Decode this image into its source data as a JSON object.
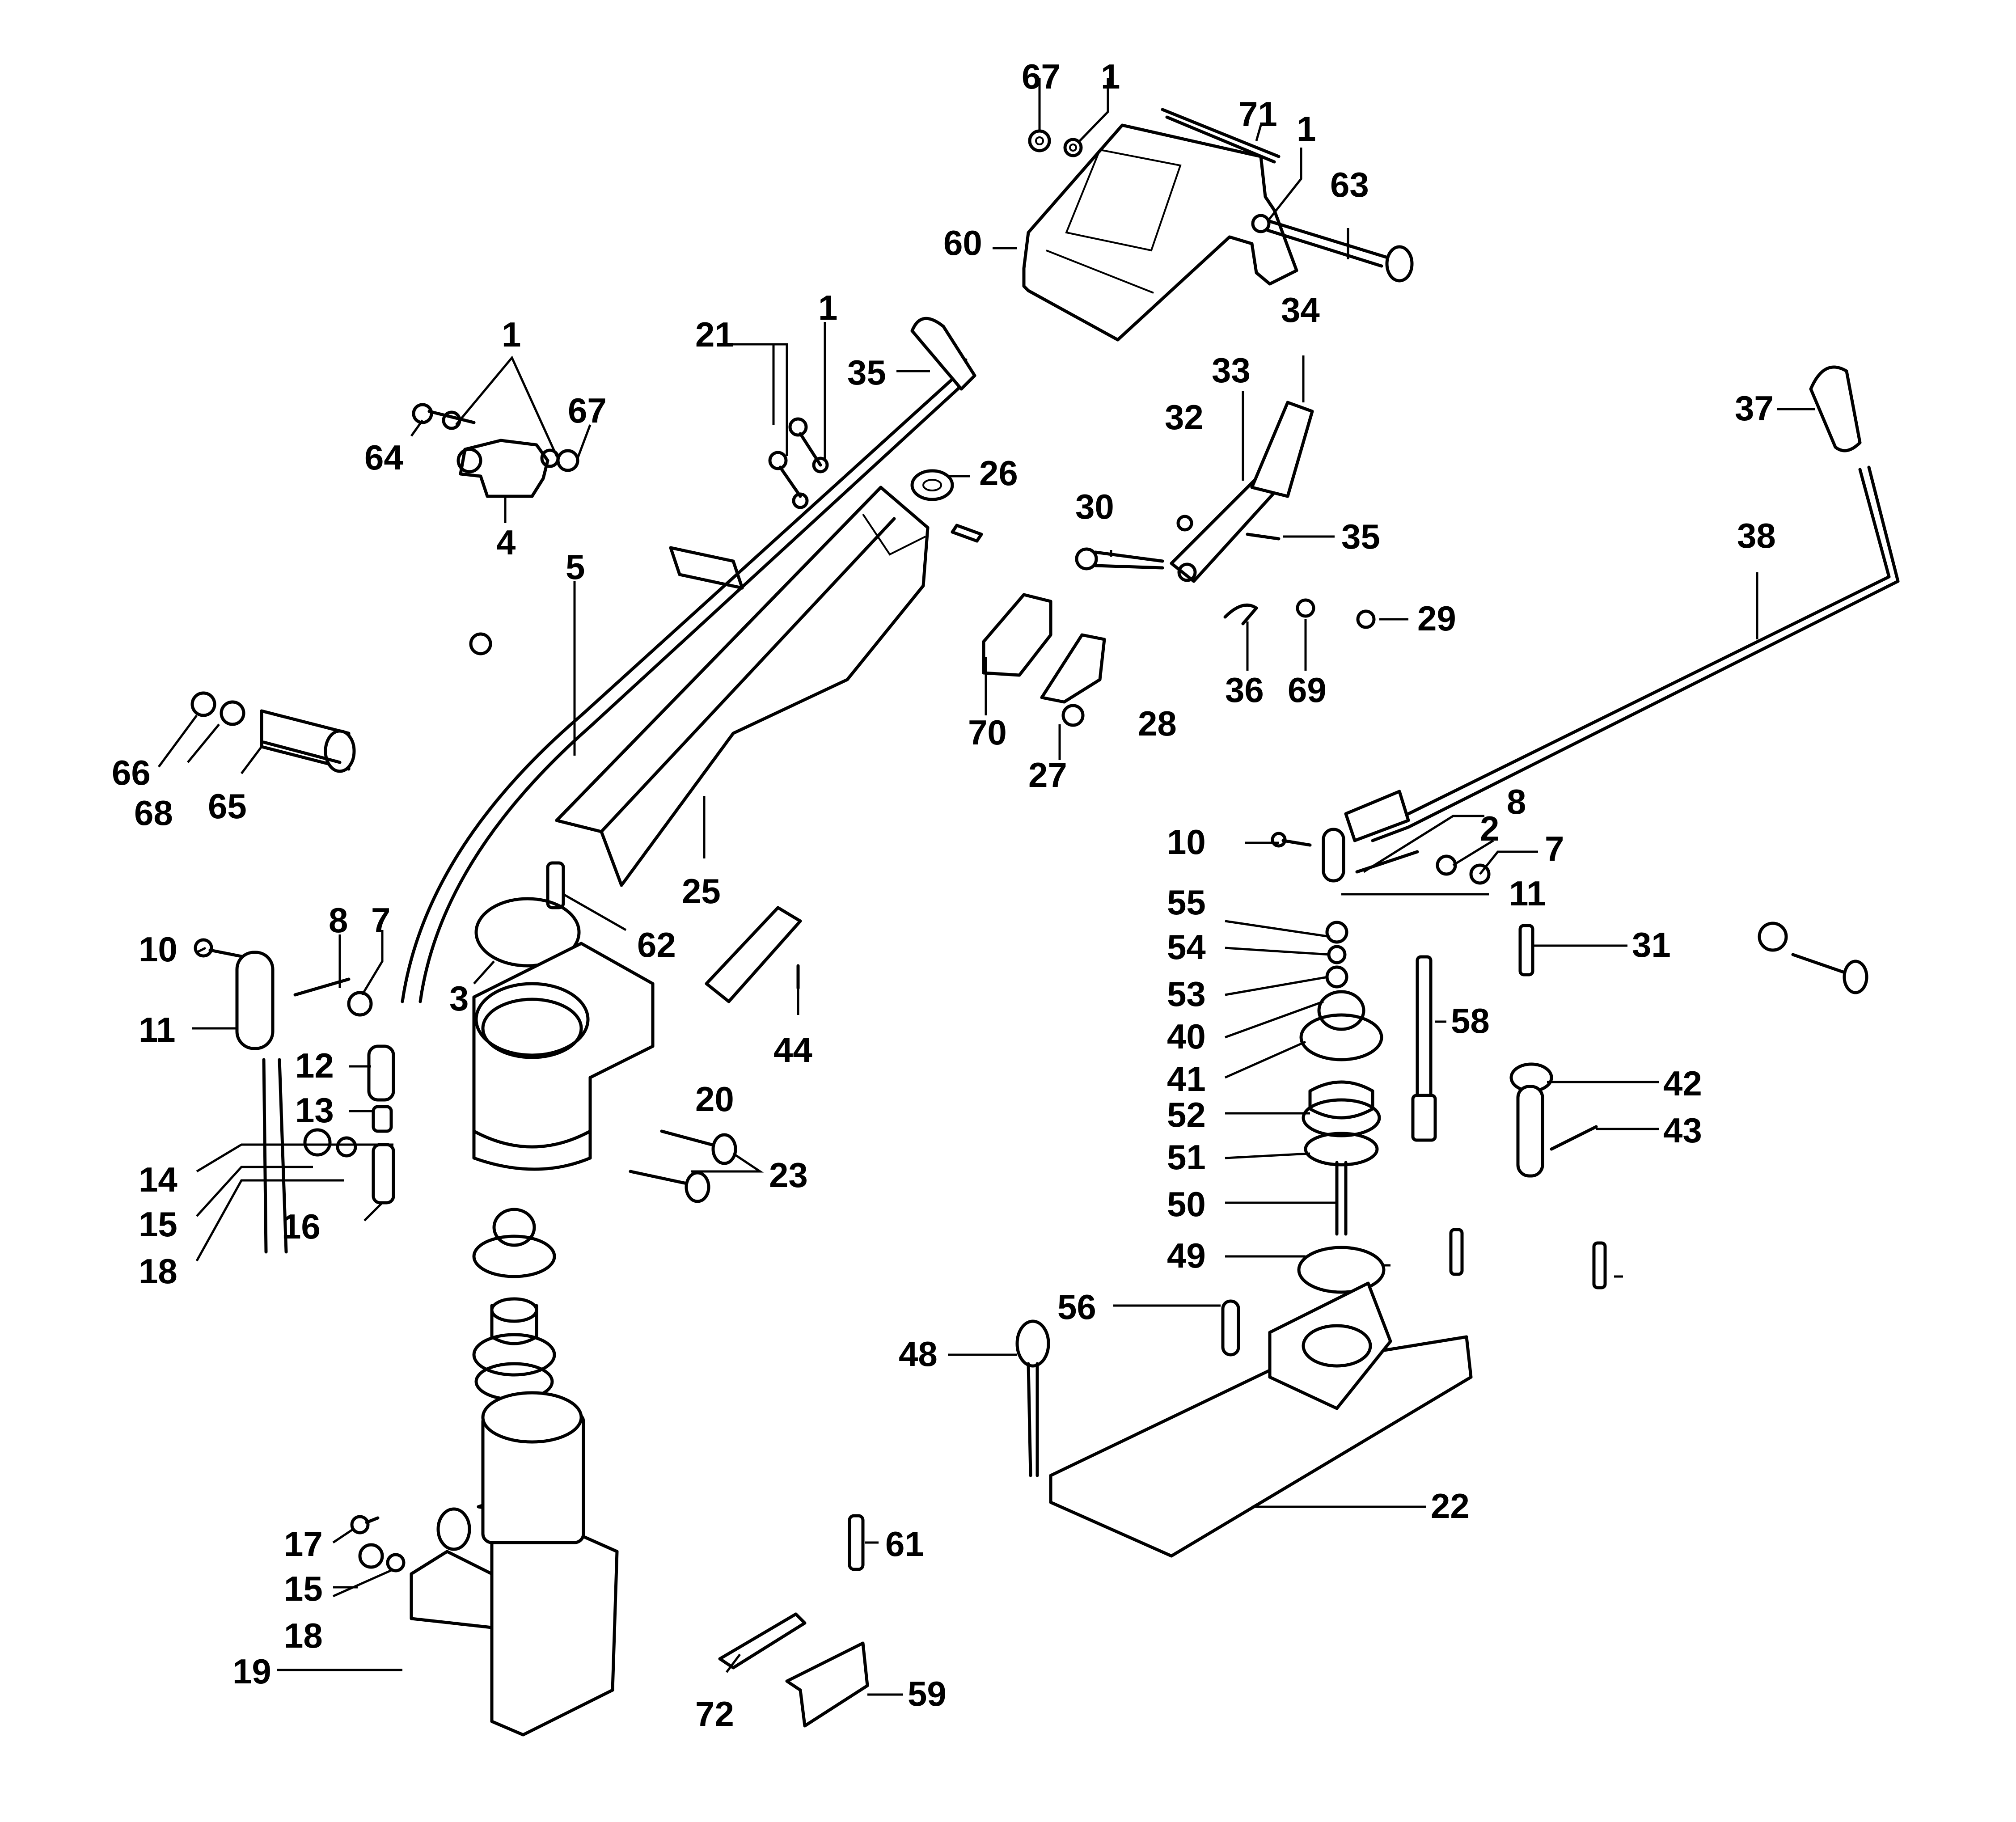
{
  "diagram": {
    "type": "exploded-parts-diagram",
    "colors": {
      "line": "#000000",
      "background": "#ffffff"
    },
    "callouts": [
      {
        "id": "c67a",
        "label": "67"
      },
      {
        "id": "c1a",
        "label": "1"
      },
      {
        "id": "c71",
        "label": "71"
      },
      {
        "id": "c1b",
        "label": "1"
      },
      {
        "id": "c63",
        "label": "63"
      },
      {
        "id": "c60",
        "label": "60"
      },
      {
        "id": "c34",
        "label": "34"
      },
      {
        "id": "c33",
        "label": "33"
      },
      {
        "id": "c32",
        "label": "32"
      },
      {
        "id": "c30",
        "label": "30"
      },
      {
        "id": "c35b",
        "label": "35"
      },
      {
        "id": "c36",
        "label": "36"
      },
      {
        "id": "c69",
        "label": "69"
      },
      {
        "id": "c29",
        "label": "29"
      },
      {
        "id": "c37",
        "label": "37"
      },
      {
        "id": "c38",
        "label": "38"
      },
      {
        "id": "c1c",
        "label": "1"
      },
      {
        "id": "c64",
        "label": "64"
      },
      {
        "id": "c67b",
        "label": "67"
      },
      {
        "id": "c4",
        "label": "4"
      },
      {
        "id": "c5",
        "label": "5"
      },
      {
        "id": "c21",
        "label": "21"
      },
      {
        "id": "c1d",
        "label": "1"
      },
      {
        "id": "c35a",
        "label": "35"
      },
      {
        "id": "c26",
        "label": "26"
      },
      {
        "id": "c66",
        "label": "66"
      },
      {
        "id": "c68",
        "label": "68"
      },
      {
        "id": "c65",
        "label": "65"
      },
      {
        "id": "c70",
        "label": "70"
      },
      {
        "id": "c27",
        "label": "27"
      },
      {
        "id": "c28",
        "label": "28"
      },
      {
        "id": "c25",
        "label": "25"
      },
      {
        "id": "c62",
        "label": "62"
      },
      {
        "id": "c3",
        "label": "3"
      },
      {
        "id": "c44",
        "label": "44"
      },
      {
        "id": "c20",
        "label": "20"
      },
      {
        "id": "c23",
        "label": "23"
      },
      {
        "id": "c8a",
        "label": "8"
      },
      {
        "id": "c7a",
        "label": "7"
      },
      {
        "id": "c10a",
        "label": "10"
      },
      {
        "id": "c11a",
        "label": "11"
      },
      {
        "id": "c12",
        "label": "12"
      },
      {
        "id": "c13",
        "label": "13"
      },
      {
        "id": "c14",
        "label": "14"
      },
      {
        "id": "c15a",
        "label": "15"
      },
      {
        "id": "c16",
        "label": "16"
      },
      {
        "id": "c18a",
        "label": "18"
      },
      {
        "id": "c17",
        "label": "17"
      },
      {
        "id": "c15b",
        "label": "15"
      },
      {
        "id": "c18b",
        "label": "18"
      },
      {
        "id": "c19",
        "label": "19"
      },
      {
        "id": "c61",
        "label": "61"
      },
      {
        "id": "c72",
        "label": "72"
      },
      {
        "id": "c59",
        "label": "59"
      },
      {
        "id": "c10b",
        "label": "10"
      },
      {
        "id": "c8b",
        "label": "8"
      },
      {
        "id": "c2",
        "label": "2"
      },
      {
        "id": "c7b",
        "label": "7"
      },
      {
        "id": "c11b",
        "label": "11"
      },
      {
        "id": "c31",
        "label": "31"
      },
      {
        "id": "c55",
        "label": "55"
      },
      {
        "id": "c54",
        "label": "54"
      },
      {
        "id": "c53",
        "label": "53"
      },
      {
        "id": "c40",
        "label": "40"
      },
      {
        "id": "c41",
        "label": "41"
      },
      {
        "id": "c58",
        "label": "58"
      },
      {
        "id": "c52",
        "label": "52"
      },
      {
        "id": "c51",
        "label": "51"
      },
      {
        "id": "c50",
        "label": "50"
      },
      {
        "id": "c49",
        "label": "49"
      },
      {
        "id": "c42",
        "label": "42"
      },
      {
        "id": "c43",
        "label": "43"
      },
      {
        "id": "c56",
        "label": "56"
      },
      {
        "id": "c48",
        "label": "48"
      },
      {
        "id": "c22",
        "label": "22"
      }
    ]
  }
}
